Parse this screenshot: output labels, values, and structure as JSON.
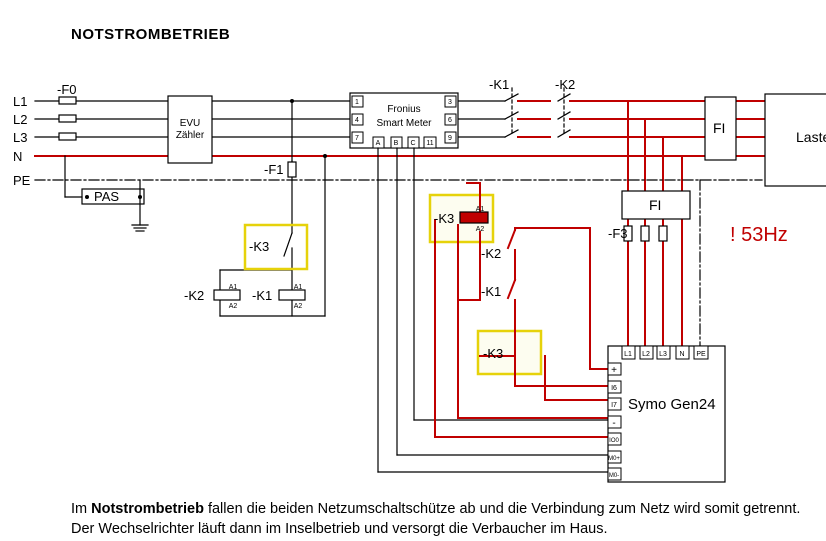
{
  "title": "NOTSTROMBETRIEB",
  "lines": {
    "l1": "L1",
    "l2": "L2",
    "l3": "L3",
    "n": "N",
    "pe": "PE"
  },
  "labels": {
    "f0": "-F0",
    "f1": "-F1",
    "f3": "-F3",
    "pas": "PAS",
    "evu_line1": "EVU",
    "evu_line2": "Zähler",
    "meter_line1": "Fronius",
    "meter_line2": "Smart Meter",
    "k1_top": "-K1",
    "k2_top": "-K2",
    "k1_coil": "-K1",
    "k2_coil": "-K2",
    "k3_switch": "-K3",
    "k3_coil": "-K3",
    "k2_contact": "-K2",
    "k1_contact": "-K1",
    "k3_contact": "-K3",
    "fi_top": "FI",
    "fi_mid": "FI",
    "lasten": "Lasten",
    "inverter": "Symo Gen24",
    "frequency": "! 53Hz",
    "a1": "A1",
    "a2": "A2"
  },
  "meter_terminals": {
    "t3": "3",
    "t1": "1",
    "t4": "4",
    "t6": "6",
    "t7": "7",
    "t9": "9",
    "ta": "A",
    "tb": "B",
    "tc": "C",
    "t11": "11"
  },
  "inverter_terminals": {
    "l1": "L1",
    "l2": "L2",
    "l3": "L3",
    "n": "N",
    "pe": "PE",
    "plus": "+",
    "i6": "I6",
    "i7": "I7",
    "minus": "-",
    "io0": "IO0",
    "m0plus": "M0+",
    "m0minus": "M0-"
  },
  "caption": {
    "prefix": "Im ",
    "bold": "Notstrombetrieb",
    "rest": " fallen die beiden Netzumschaltschütze ab und die Verbindung zum Netz wird somit getrennt. Der Wechselrichter läuft dann im Inselbetrieb und versorgt die Verbaucher im Haus."
  },
  "colors": {
    "red_wire": "#c00000",
    "highlight_border": "#e6d20a",
    "highlight_fill": "#fdfdf0",
    "black_wire": "#000000",
    "frequency_text": "#c00000"
  }
}
